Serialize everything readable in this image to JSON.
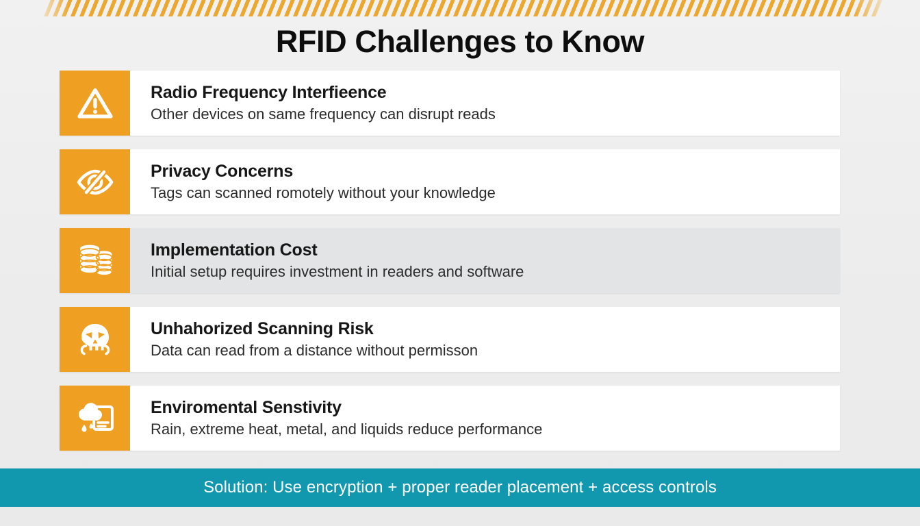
{
  "slide": {
    "title": "RFID Challenges to Know",
    "background_color": "#eeeeee",
    "accent_color": "#efa022",
    "solution_bar_color": "#1298ae"
  },
  "banner": {
    "name": "diagonal-stripe-banner",
    "color": "#eca424"
  },
  "challenges": [
    {
      "icon": "warning-triangle-icon",
      "title": "Radio Frequency Interfieence",
      "description": "Other devices on same frequency can disrupt reads",
      "highlighted": false
    },
    {
      "icon": "eye-off-icon",
      "title": "Privacy Concerns",
      "description": "Tags can scanned romotely without your knowledge",
      "highlighted": false
    },
    {
      "icon": "coins-stack-icon",
      "title": "Implementation Cost",
      "description": "Initial setup requires investment in readers and software",
      "highlighted": true
    },
    {
      "icon": "skull-icon",
      "title": "Unhahorized Scanning Risk",
      "description": "Data can read from a distance without permisson",
      "highlighted": false
    },
    {
      "icon": "rain-cloud-device-icon",
      "title": "Enviromental Senstivity",
      "description": "Rain, extreme heat, metal, and liquids reduce performance",
      "highlighted": false
    }
  ],
  "footer": {
    "solution_text": "Solution: Use encryption + proper reader placement + access controls"
  }
}
